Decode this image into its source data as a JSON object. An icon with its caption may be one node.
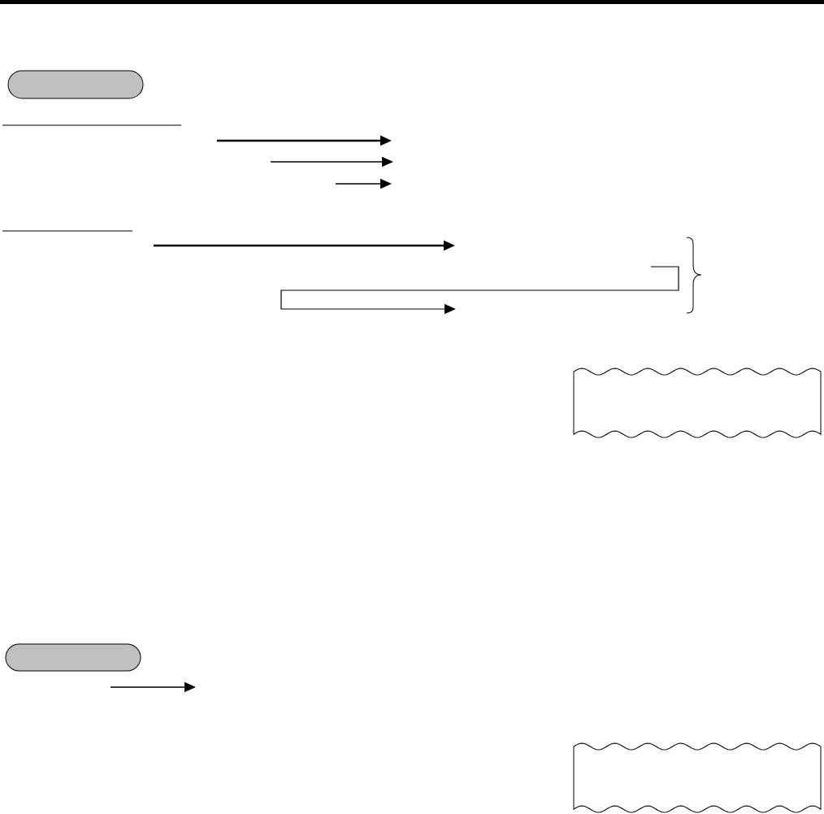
{
  "diagram": {
    "nodes": [
      {
        "text": [],
        "shape": "capsule"
      },
      {
        "text": [],
        "shape": "tape"
      },
      {
        "text": [],
        "shape": "capsule"
      },
      {
        "text": [],
        "shape": "tape"
      }
    ]
  }
}
